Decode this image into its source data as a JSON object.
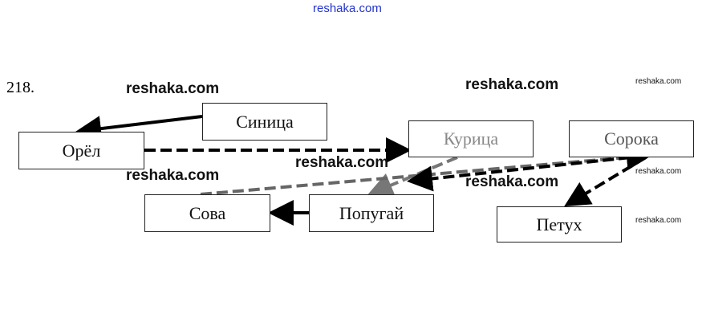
{
  "watermark_top": "reshaka.com",
  "problem_number": "218.",
  "watermark": "reshaka.com",
  "nodes": {
    "sinitsa": "Синица",
    "orel": "Орёл",
    "kuritsa": "Курица",
    "soroka": "Сорока",
    "sova": "Сова",
    "popugai": "Попугай",
    "petukh": "Петух"
  }
}
